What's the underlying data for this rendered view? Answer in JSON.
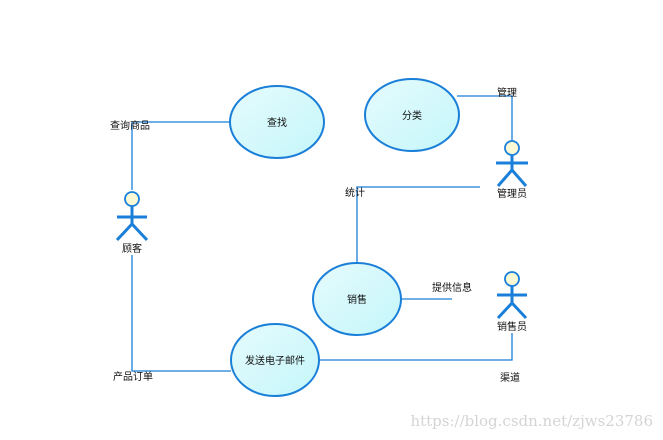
{
  "use_cases": {
    "search": "查找",
    "classify": "分类",
    "sales": "销售",
    "send_email": "发送电子邮件"
  },
  "actors": {
    "customer": "顾客",
    "admin": "管理员",
    "salesperson": "销售员"
  },
  "associations": {
    "query_goods": "查询商品",
    "manage": "管理",
    "statistics": "统计",
    "provide_info": "提供信息",
    "product_order": "产品订单",
    "channel": "渠道"
  },
  "watermark": "https://blog.csdn.net/zjws23786",
  "colors": {
    "line": "#1a7fd8",
    "fill": "#ccf8fb",
    "head": "#fbf8d6"
  }
}
